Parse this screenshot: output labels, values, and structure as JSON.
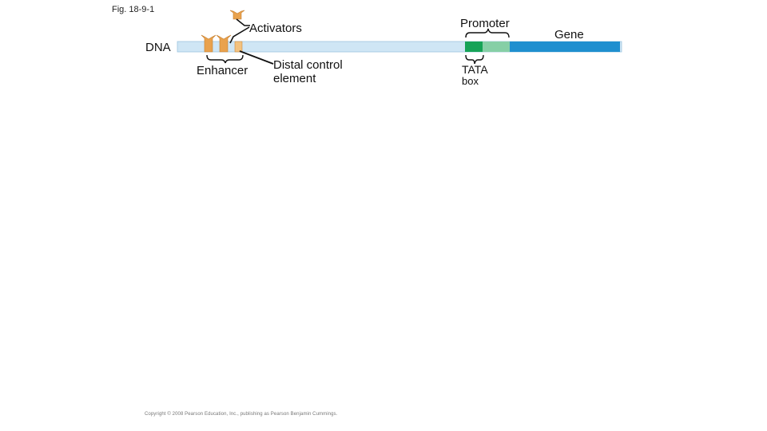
{
  "figure": {
    "label": "Fig. 18-9-1"
  },
  "diagram": {
    "dna_label": "DNA",
    "activators_label": "Activators",
    "enhancer_label": "Enhancer",
    "distal_line1": "Distal control",
    "distal_line2": "element",
    "promoter_label": "Promoter",
    "tata_line1": "TATA",
    "tata_line2": "box",
    "gene_label": "Gene"
  },
  "colors": {
    "dna_strand": "#cfe6f5",
    "gene_region": "#1f8fcf",
    "tata_box": "#16a357",
    "promoter_region": "#86cfa6",
    "activator": "#e9a24d"
  },
  "footer": {
    "copyright": "Copyright © 2008 Pearson Education, Inc., publishing as Pearson Benjamin Cummings."
  }
}
